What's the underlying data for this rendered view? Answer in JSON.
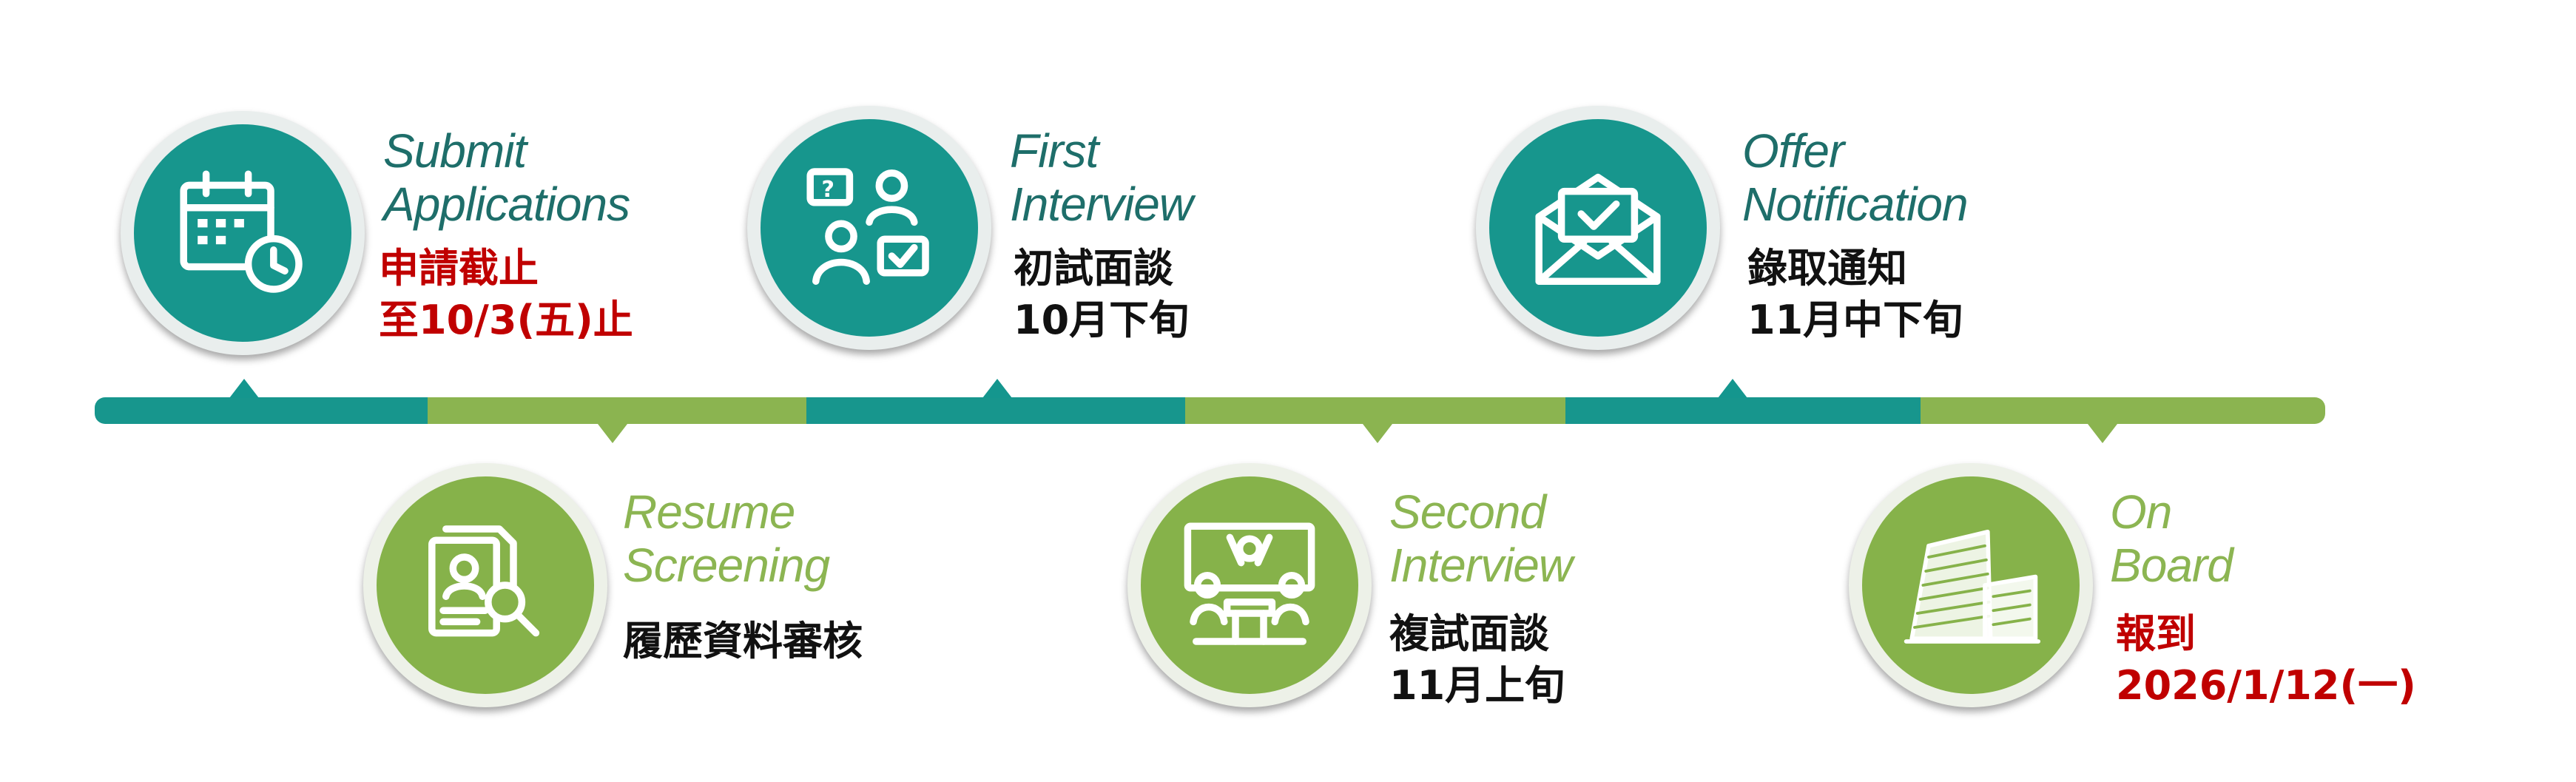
{
  "colors": {
    "teal": "#17968d",
    "green": "#86b24a",
    "teal_text": "#1e6e6a",
    "green_text": "#8cb552",
    "highlight_red": "#c00000"
  },
  "steps": [
    {
      "title_line1": "Submit",
      "title_line2": "Applications",
      "detail_line1": "申請截止",
      "detail_line2": "至10/3(五)止",
      "icon": "calendar-clock-icon"
    },
    {
      "title_line1": "Resume",
      "title_line2": "Screening",
      "detail_line1": "履歷資料審核",
      "icon": "resume-search-icon"
    },
    {
      "title_line1": "First",
      "title_line2": "Interview",
      "detail_line1": "初試面談",
      "detail_line2": "10月下旬",
      "icon": "interview-chat-icon"
    },
    {
      "title_line1": "Second",
      "title_line2": "Interview",
      "detail_line1": "複試面談",
      "detail_line2": "11月上旬",
      "icon": "panel-meeting-icon"
    },
    {
      "title_line1": "Offer",
      "title_line2": "Notification",
      "detail_line1": "錄取通知",
      "detail_line2": "11月中下旬",
      "icon": "envelope-check-icon"
    },
    {
      "title_line1": "On",
      "title_line2": "Board",
      "detail_line1": "報到",
      "detail_line2": "2026/1/12(一)",
      "icon": "office-building-icon"
    }
  ]
}
